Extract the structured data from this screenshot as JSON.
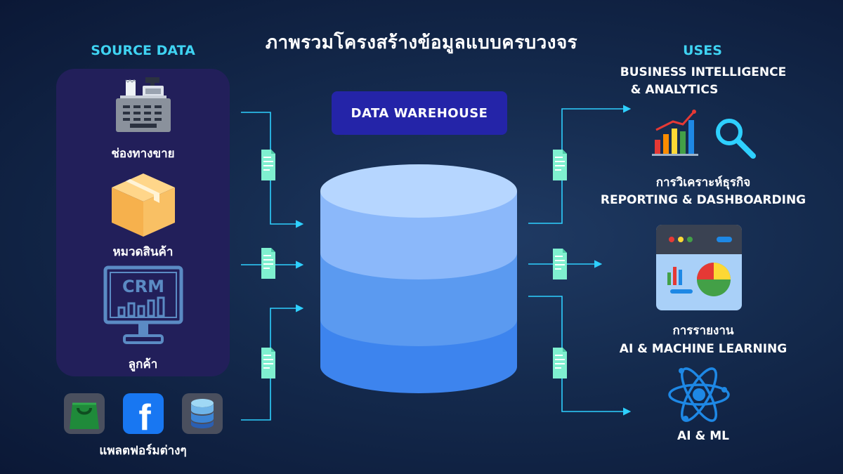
{
  "title": "ภาพรวมโครงสร้างข้อมูลแบบครบวงจร",
  "source": {
    "heading": "SOURCE DATA",
    "items": [
      {
        "label": "ช่องทางขาย",
        "icon": "cash-register-icon"
      },
      {
        "label": "หมวดสินค้า",
        "icon": "product-box-icon"
      },
      {
        "label": "ลูกค้า",
        "icon": "crm-monitor-icon",
        "icon_text": "CRM"
      }
    ],
    "platforms": {
      "label": "แพลตฟอร์มต่างๆ",
      "icons": [
        "shopping-bag-icon",
        "facebook-icon",
        "database-icon"
      ],
      "facebook_glyph": "f"
    }
  },
  "warehouse": {
    "label": "DATA WAREHOUSE"
  },
  "uses": {
    "heading": "USES",
    "sections": [
      {
        "title_lines": [
          "BUSINESS INTELLIGENCE",
          "& ANALYTICS"
        ],
        "icons": [
          "bar-chart-icon",
          "magnifier-icon"
        ],
        "caption": "การวิเคราะห์ธุรกิจ"
      },
      {
        "title_lines": [
          "REPORTING & DASHBOARDING"
        ],
        "icons": [
          "dashboard-window-icon"
        ],
        "caption": "การรายงาน"
      },
      {
        "title_lines": [
          "AI & MACHINE LEARNING"
        ],
        "icons": [
          "atom-icon"
        ],
        "caption": "AI & ML"
      }
    ]
  },
  "colors": {
    "background": "#142a4d",
    "accent": "#3fd3f2",
    "panel": "#221f5a",
    "warehouse_box": "#2424a8",
    "document": "#7ff0d0",
    "cylinder_top": "#b6d6ff",
    "cylinder_mid": "#5b9af0",
    "cylinder_bottom": "#3d84ee"
  }
}
